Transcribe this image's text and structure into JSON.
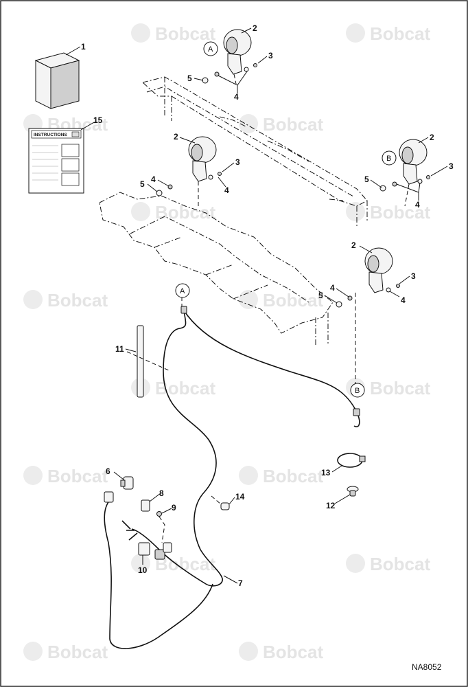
{
  "watermark": "Bobcat",
  "figure_id": "NA8052",
  "instructions_title": "INSTRUCTIONS",
  "reference_points": [
    "A",
    "B"
  ],
  "callouts": [
    {
      "id": "c1",
      "label": "1"
    },
    {
      "id": "c2a",
      "label": "2"
    },
    {
      "id": "c3a",
      "label": "3"
    },
    {
      "id": "c4a",
      "label": "4"
    },
    {
      "id": "c5a",
      "label": "5"
    },
    {
      "id": "c15",
      "label": "15"
    },
    {
      "id": "c2b",
      "label": "2"
    },
    {
      "id": "c3b",
      "label": "3"
    },
    {
      "id": "c4b1",
      "label": "4"
    },
    {
      "id": "c4b2",
      "label": "4"
    },
    {
      "id": "c5b",
      "label": "5"
    },
    {
      "id": "c2c",
      "label": "2"
    },
    {
      "id": "c3c",
      "label": "3"
    },
    {
      "id": "c5c",
      "label": "5"
    },
    {
      "id": "c4c",
      "label": "4"
    },
    {
      "id": "c2d",
      "label": "2"
    },
    {
      "id": "c3d",
      "label": "3"
    },
    {
      "id": "c4d1",
      "label": "4"
    },
    {
      "id": "c5d",
      "label": "5"
    },
    {
      "id": "c4d2",
      "label": "4"
    },
    {
      "id": "c11",
      "label": "11"
    },
    {
      "id": "c6",
      "label": "6"
    },
    {
      "id": "c8",
      "label": "8"
    },
    {
      "id": "c9",
      "label": "9"
    },
    {
      "id": "c14",
      "label": "14"
    },
    {
      "id": "c10",
      "label": "10"
    },
    {
      "id": "c7",
      "label": "7"
    },
    {
      "id": "c13",
      "label": "13"
    },
    {
      "id": "c12",
      "label": "12"
    }
  ]
}
